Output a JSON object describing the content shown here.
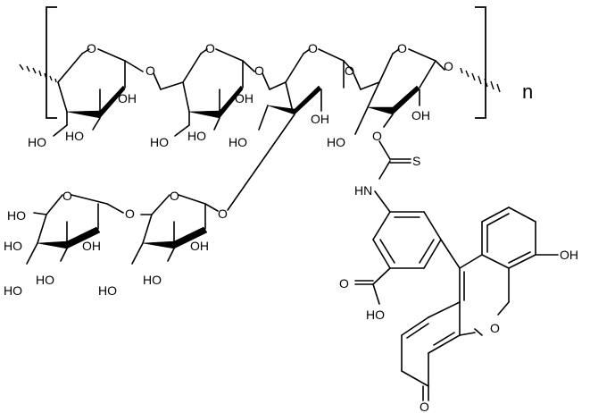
{
  "labels": {
    "repeat_n": "n",
    "oh": "OH",
    "ho": "HO",
    "ring_oxygen": "O",
    "glycosidic_oxygen": "O",
    "thio_sulfur": "S",
    "thio_oxygen": "O",
    "nh": "HN",
    "carboxyl_ho": "HO",
    "carboxyl_o": "O",
    "xanthene_oxygen": "O",
    "phenol_oh": "OH",
    "ketone_o": "O"
  },
  "colors": {
    "ink": "#000000",
    "background": "#ffffff"
  }
}
